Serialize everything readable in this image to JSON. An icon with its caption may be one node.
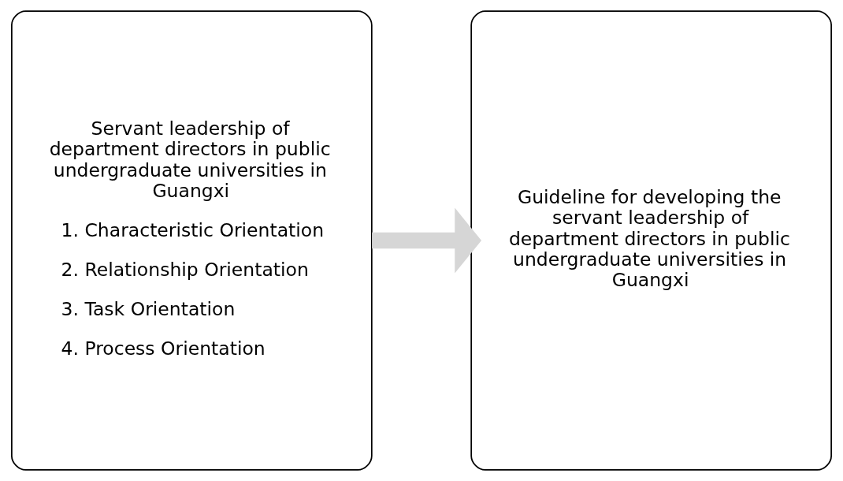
{
  "diagram": {
    "nodes": [
      {
        "text": [
          "Servant leadership of department directors in public undergraduate universities in Guangxi",
          "1. Characteristic Orientation",
          "2. Relationship Orientation",
          "3. Task Orientation",
          "4. Process Orientation"
        ]
      },
      {
        "text": [
          "Guideline for developing the servant leadership of department directors in public undergraduate universities in Guangxi"
        ]
      }
    ],
    "edges": [
      {
        "from": 0,
        "to": 1,
        "arrow": "to"
      }
    ]
  }
}
